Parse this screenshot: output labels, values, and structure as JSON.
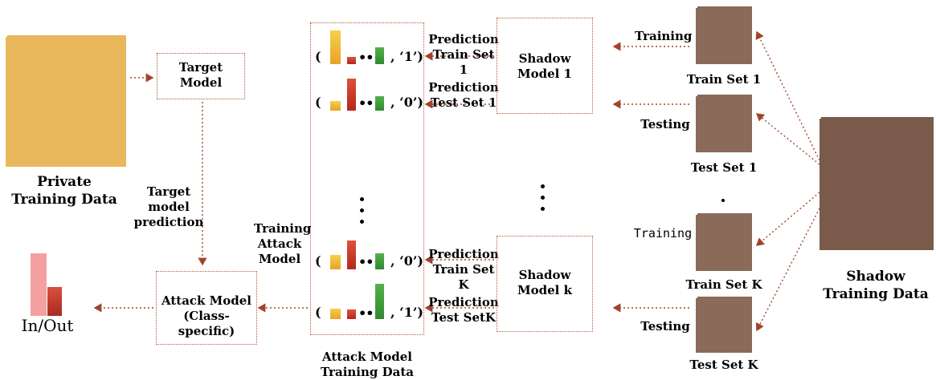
{
  "private_data": {
    "label_line1": "Private",
    "label_line2": "Training Data"
  },
  "target_model": {
    "line1": "Target",
    "line2": "Model"
  },
  "target_prediction": {
    "line1": "Target",
    "line2": "model",
    "line3": "prediction"
  },
  "attack_model": {
    "line1": "Attack Model",
    "line2": "(Class-specific)"
  },
  "training_attack": {
    "line1": "Training",
    "line2": "Attack",
    "line3": "Model"
  },
  "in_out": {
    "label": "In/Out",
    "bar1_color": "#f2a0a0",
    "bar2_color": "#c0392b"
  },
  "attack_training_data": {
    "line1": "Attack Model",
    "line2": "Training Data"
  },
  "records": [
    {
      "label": "‘1’"
    },
    {
      "label": "‘0’"
    },
    {
      "label": "‘0’"
    },
    {
      "label": "‘1’"
    }
  ],
  "prediction_labels": [
    {
      "line1": "Prediction",
      "line2": "Train Set 1"
    },
    {
      "line1": "Prediction",
      "line2": "Test Set 1"
    },
    {
      "line1": "Prediction",
      "line2": "Train Set K"
    },
    {
      "line1": "Prediction",
      "line2": "Test SetK"
    }
  ],
  "shadow_model_1": {
    "line1": "Shadow",
    "line2": "Model 1"
  },
  "shadow_model_k": {
    "line1": "Shadow",
    "line2": "Model k"
  },
  "flow_labels": {
    "training_1": "Training",
    "testing_1": "Testing",
    "training_k": "Training",
    "testing_k": "Testing"
  },
  "set_labels": {
    "train_1": "Train Set 1",
    "test_1": "Test Set 1",
    "train_k": "Train Set K",
    "test_k": "Test Set K"
  },
  "shadow_data": {
    "line1": "Shadow",
    "line2": "Training Data"
  },
  "colors": {
    "arrow": "#a0452a",
    "box_border": "#b45a3c"
  }
}
